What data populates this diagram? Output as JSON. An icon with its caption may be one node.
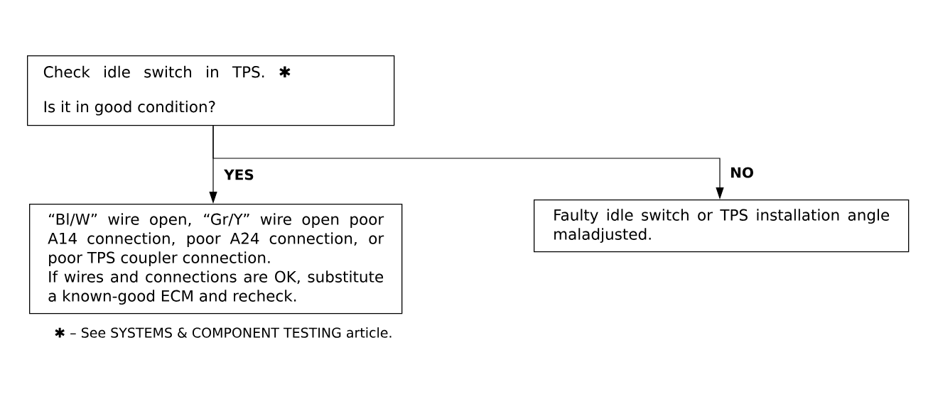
{
  "diagram": {
    "nodes": [
      {
        "text": [
          "Check idle switch in TPS. ✱",
          "Is it in good condition?"
        ]
      },
      {
        "text": [
          "“Bl/W” wire open, “Gr/Y” wire open poor A14 connection, poor A24 connection, or poor TPS coupler connection.",
          "If wires and connections are OK, substitute a known-good ECM and recheck."
        ]
      },
      {
        "text": [
          "Faulty idle switch or TPS installation angle maladjusted."
        ]
      }
    ],
    "edges": [
      {
        "from": 0,
        "to": 1,
        "arrow": "to",
        "label": "YES"
      },
      {
        "from": 0,
        "to": 2,
        "arrow": "to",
        "label": "NO"
      }
    ],
    "labels": [
      "✱ – See SYSTEMS & COMPONENT TESTING article."
    ]
  }
}
